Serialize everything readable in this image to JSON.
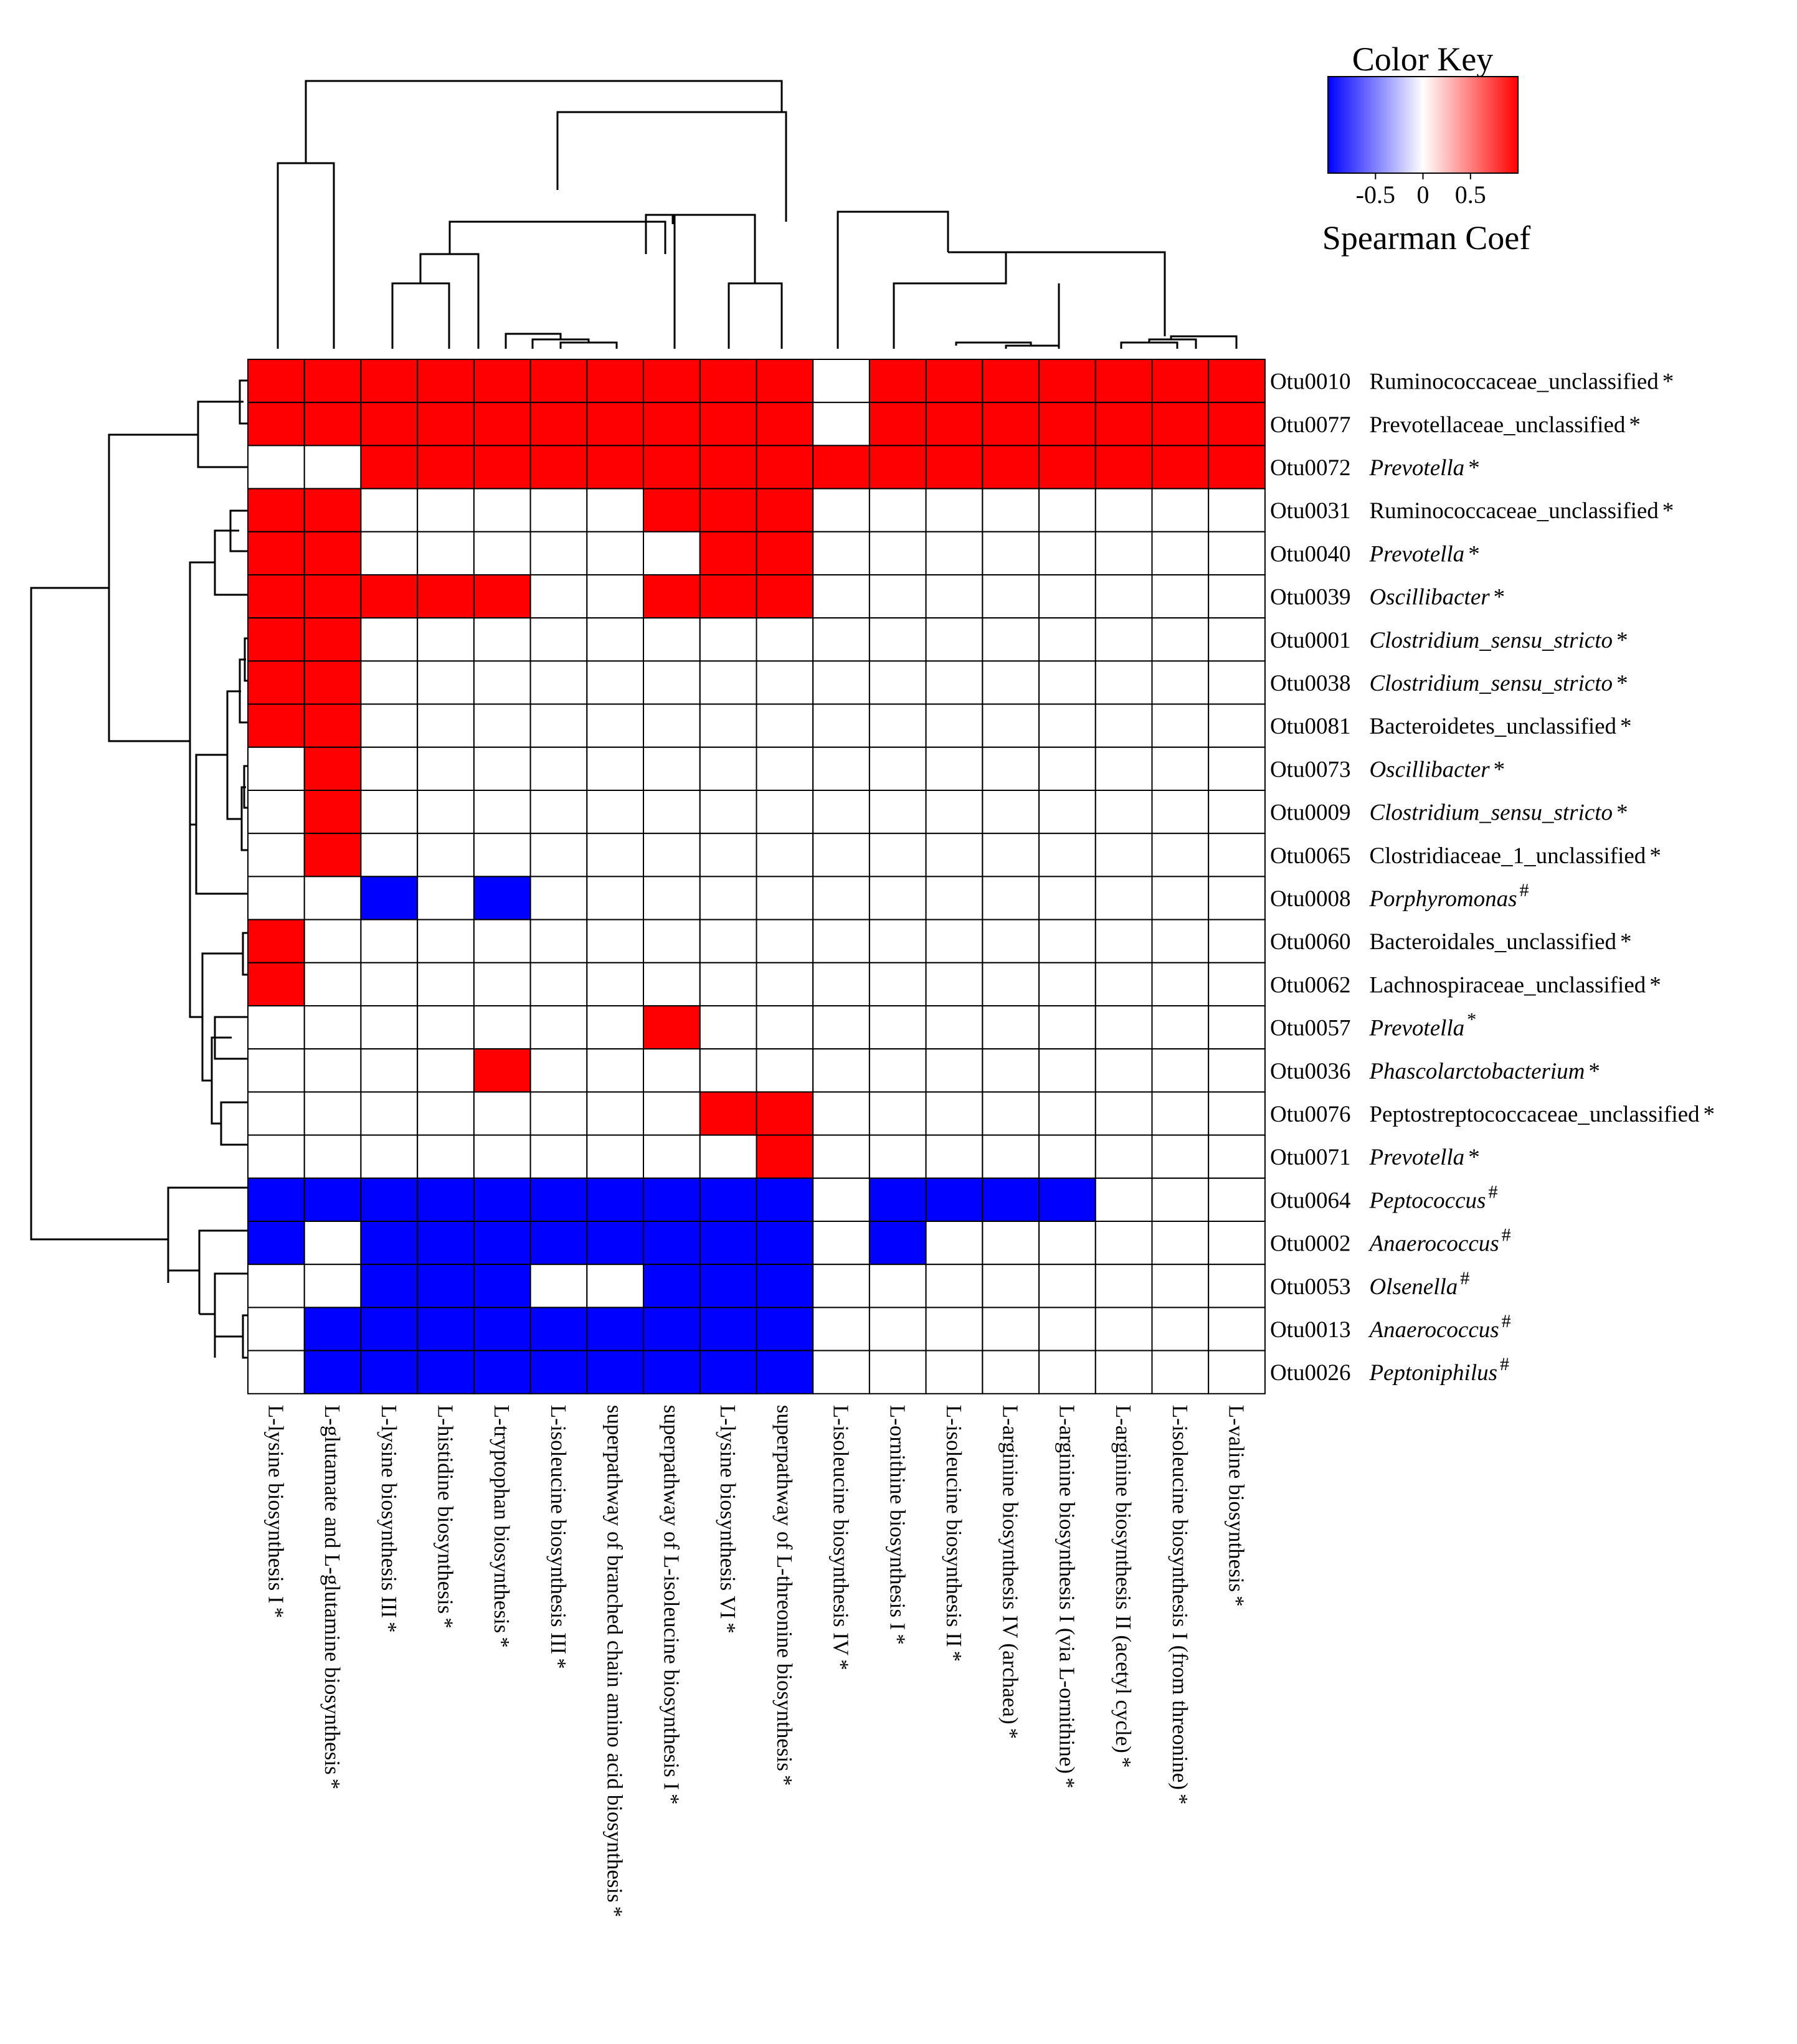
{
  "chart_data": {
    "type": "heatmap",
    "value_encoding": "1 = significant positive correlation (red), -1 = significant negative correlation (blue), 0 = not significant (white)",
    "color_key": {
      "title": "Color Key",
      "label": "Spearman Coef",
      "ticks": [
        "-0.5",
        "0",
        "0.5"
      ],
      "tick_values": [
        -0.5,
        0,
        0.5
      ],
      "range": [
        -1,
        1
      ]
    },
    "colors": {
      "positive": "#ff0000",
      "negative": "#0000ff",
      "neutral": "#ffffff",
      "grid": "#000000"
    },
    "columns": [
      {
        "label": "L-lysine biosynthesis I",
        "mark": "*"
      },
      {
        "label": "L-glutamate and L-glutamine biosynthesis",
        "mark": "*"
      },
      {
        "label": "L-lysine biosynthesis III",
        "mark": "*"
      },
      {
        "label": "L-histidine biosynthesis",
        "mark": "*"
      },
      {
        "label": "L-tryptophan biosynthesis",
        "mark": "*"
      },
      {
        "label": "L-isoleucine biosynthesis III",
        "mark": "*"
      },
      {
        "label": "superpathway of branched chain amino acid biosynthesis",
        "mark": "*"
      },
      {
        "label": "superpathway of L-isoleucine biosynthesis I",
        "mark": "*"
      },
      {
        "label": "L-lysine biosynthesis VI",
        "mark": "*"
      },
      {
        "label": "superpathway of L-threonine biosynthesis",
        "mark": "*"
      },
      {
        "label": "L-isoleucine biosynthesis IV",
        "mark": "*"
      },
      {
        "label": "L-ornithine biosynthesis I",
        "mark": "*"
      },
      {
        "label": "L-isoleucine biosynthesis II",
        "mark": "*"
      },
      {
        "label": "L-arginine biosynthesis IV (archaea)",
        "mark": "*"
      },
      {
        "label": "L-arginine biosynthesis I (via L-ornithine)",
        "mark": "*"
      },
      {
        "label": "L-arginine biosynthesis II (acetyl cycle)",
        "mark": "*"
      },
      {
        "label": "L-isoleucine biosynthesis I (from threonine)",
        "mark": "*"
      },
      {
        "label": "L-valine biosynthesis",
        "mark": "*"
      }
    ],
    "rows": [
      {
        "otu": "Otu0010",
        "taxon": "Ruminococcaceae_unclassified",
        "italic": false,
        "mark": "*",
        "sup": false
      },
      {
        "otu": "Otu0077",
        "taxon": "Prevotellaceae_unclassified",
        "italic": false,
        "mark": "*",
        "sup": false
      },
      {
        "otu": "Otu0072",
        "taxon": "Prevotella",
        "italic": true,
        "mark": "*",
        "sup": false
      },
      {
        "otu": "Otu0031",
        "taxon": "Ruminococcaceae_unclassified",
        "italic": false,
        "mark": "*",
        "sup": false
      },
      {
        "otu": "Otu0040",
        "taxon": "Prevotella",
        "italic": true,
        "mark": "*",
        "sup": false
      },
      {
        "otu": "Otu0039",
        "taxon": "Oscillibacter",
        "italic": true,
        "mark": "*",
        "sup": false
      },
      {
        "otu": "Otu0001",
        "taxon": "Clostridium_sensu_stricto",
        "italic": true,
        "mark": "*",
        "sup": false
      },
      {
        "otu": "Otu0038",
        "taxon": "Clostridium_sensu_stricto",
        "italic": true,
        "mark": "*",
        "sup": false
      },
      {
        "otu": "Otu0081",
        "taxon": "Bacteroidetes_unclassified",
        "italic": false,
        "mark": "*",
        "sup": false
      },
      {
        "otu": "Otu0073",
        "taxon": "Oscillibacter",
        "italic": true,
        "mark": "*",
        "sup": false
      },
      {
        "otu": "Otu0009",
        "taxon": "Clostridium_sensu_stricto",
        "italic": true,
        "mark": "*",
        "sup": false
      },
      {
        "otu": "Otu0065",
        "taxon": "Clostridiaceae_1_unclassified",
        "italic": false,
        "mark": "*",
        "sup": false
      },
      {
        "otu": "Otu0008",
        "taxon": "Porphyromonas",
        "italic": true,
        "mark": "#",
        "sup": true
      },
      {
        "otu": "Otu0060",
        "taxon": "Bacteroidales_unclassified",
        "italic": false,
        "mark": "*",
        "sup": false
      },
      {
        "otu": "Otu0062",
        "taxon": "Lachnospiraceae_unclassified",
        "italic": false,
        "mark": "*",
        "sup": false
      },
      {
        "otu": "Otu0057",
        "taxon": "Prevotella",
        "italic": true,
        "mark": "*",
        "sup": true
      },
      {
        "otu": "Otu0036",
        "taxon": "Phascolarctobacterium",
        "italic": true,
        "mark": "*",
        "sup": false
      },
      {
        "otu": "Otu0076",
        "taxon": "Peptostreptococcaceae_unclassified",
        "italic": false,
        "mark": "*",
        "sup": false
      },
      {
        "otu": "Otu0071",
        "taxon": "Prevotella",
        "italic": true,
        "mark": "*",
        "sup": false
      },
      {
        "otu": "Otu0064",
        "taxon": "Peptococcus",
        "italic": true,
        "mark": "#",
        "sup": true
      },
      {
        "otu": "Otu0002",
        "taxon": "Anaerococcus",
        "italic": true,
        "mark": "#",
        "sup": true
      },
      {
        "otu": "Otu0053",
        "taxon": "Olsenella",
        "italic": true,
        "mark": "#",
        "sup": true
      },
      {
        "otu": "Otu0013",
        "taxon": "Anaerococcus",
        "italic": true,
        "mark": "#",
        "sup": true
      },
      {
        "otu": "Otu0026",
        "taxon": "Peptoniphilus",
        "italic": true,
        "mark": "#",
        "sup": true
      }
    ],
    "matrix": [
      [
        1,
        1,
        1,
        1,
        1,
        1,
        1,
        1,
        1,
        1,
        0,
        1,
        1,
        1,
        1,
        1,
        1,
        1
      ],
      [
        1,
        1,
        1,
        1,
        1,
        1,
        1,
        1,
        1,
        1,
        0,
        1,
        1,
        1,
        1,
        1,
        1,
        1
      ],
      [
        0,
        0,
        1,
        1,
        1,
        1,
        1,
        1,
        1,
        1,
        1,
        1,
        1,
        1,
        1,
        1,
        1,
        1
      ],
      [
        1,
        1,
        0,
        0,
        0,
        0,
        0,
        1,
        1,
        1,
        0,
        0,
        0,
        0,
        0,
        0,
        0,
        0
      ],
      [
        1,
        1,
        0,
        0,
        0,
        0,
        0,
        0,
        1,
        1,
        0,
        0,
        0,
        0,
        0,
        0,
        0,
        0
      ],
      [
        1,
        1,
        1,
        1,
        1,
        0,
        0,
        1,
        1,
        1,
        0,
        0,
        0,
        0,
        0,
        0,
        0,
        0
      ],
      [
        1,
        1,
        0,
        0,
        0,
        0,
        0,
        0,
        0,
        0,
        0,
        0,
        0,
        0,
        0,
        0,
        0,
        0
      ],
      [
        1,
        1,
        0,
        0,
        0,
        0,
        0,
        0,
        0,
        0,
        0,
        0,
        0,
        0,
        0,
        0,
        0,
        0
      ],
      [
        1,
        1,
        0,
        0,
        0,
        0,
        0,
        0,
        0,
        0,
        0,
        0,
        0,
        0,
        0,
        0,
        0,
        0
      ],
      [
        0,
        1,
        0,
        0,
        0,
        0,
        0,
        0,
        0,
        0,
        0,
        0,
        0,
        0,
        0,
        0,
        0,
        0
      ],
      [
        0,
        1,
        0,
        0,
        0,
        0,
        0,
        0,
        0,
        0,
        0,
        0,
        0,
        0,
        0,
        0,
        0,
        0
      ],
      [
        0,
        1,
        0,
        0,
        0,
        0,
        0,
        0,
        0,
        0,
        0,
        0,
        0,
        0,
        0,
        0,
        0,
        0
      ],
      [
        0,
        0,
        -1,
        0,
        -1,
        0,
        0,
        0,
        0,
        0,
        0,
        0,
        0,
        0,
        0,
        0,
        0,
        0
      ],
      [
        1,
        0,
        0,
        0,
        0,
        0,
        0,
        0,
        0,
        0,
        0,
        0,
        0,
        0,
        0,
        0,
        0,
        0
      ],
      [
        1,
        0,
        0,
        0,
        0,
        0,
        0,
        0,
        0,
        0,
        0,
        0,
        0,
        0,
        0,
        0,
        0,
        0
      ],
      [
        0,
        0,
        0,
        0,
        0,
        0,
        0,
        1,
        0,
        0,
        0,
        0,
        0,
        0,
        0,
        0,
        0,
        0
      ],
      [
        0,
        0,
        0,
        0,
        1,
        0,
        0,
        0,
        0,
        0,
        0,
        0,
        0,
        0,
        0,
        0,
        0,
        0
      ],
      [
        0,
        0,
        0,
        0,
        0,
        0,
        0,
        0,
        1,
        1,
        0,
        0,
        0,
        0,
        0,
        0,
        0,
        0
      ],
      [
        0,
        0,
        0,
        0,
        0,
        0,
        0,
        0,
        0,
        1,
        0,
        0,
        0,
        0,
        0,
        0,
        0,
        0
      ],
      [
        -1,
        -1,
        -1,
        -1,
        -1,
        -1,
        -1,
        -1,
        -1,
        -1,
        0,
        -1,
        -1,
        -1,
        -1,
        0,
        0,
        0
      ],
      [
        -1,
        0,
        -1,
        -1,
        -1,
        -1,
        -1,
        -1,
        -1,
        -1,
        0,
        -1,
        0,
        0,
        0,
        0,
        0,
        0
      ],
      [
        0,
        0,
        -1,
        -1,
        -1,
        0,
        0,
        -1,
        -1,
        -1,
        0,
        0,
        0,
        0,
        0,
        0,
        0,
        0
      ],
      [
        0,
        -1,
        -1,
        -1,
        -1,
        -1,
        -1,
        -1,
        -1,
        -1,
        0,
        0,
        0,
        0,
        0,
        0,
        0,
        0
      ],
      [
        0,
        -1,
        -1,
        -1,
        -1,
        -1,
        -1,
        -1,
        -1,
        -1,
        0,
        0,
        0,
        0,
        0,
        0,
        0,
        0
      ]
    ]
  }
}
